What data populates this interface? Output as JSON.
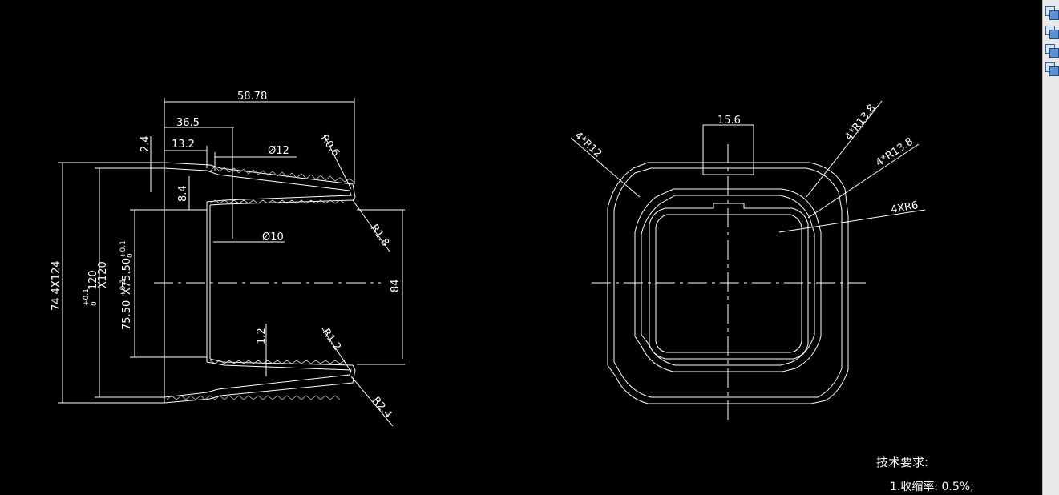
{
  "drawing": {
    "dimensions": {
      "overall_length": "58.78",
      "length_36": "36.5",
      "length_13": "13.2",
      "wall_2_4": "2.4",
      "dia_12": "Ø12",
      "radius_0_6": "R0.6",
      "depth_8_4": "8.4",
      "dia_10": "Ø10",
      "radius_1_8": "R1.8",
      "height_84": "84",
      "wall_1_2": "1.2",
      "radius_1_2": "R1.2",
      "radius_2_4": "R2.4",
      "outer_size": "74.4X124",
      "size_120_a": "120",
      "size_120_b": "X120",
      "tol_120_upper": "+0.1",
      "tol_120_lower": "0",
      "size_75_a": "75.50",
      "size_75_b": "X75.50",
      "tol_75_upper": "+0.1",
      "tol_75_lower": "0",
      "slot_width": "15.6",
      "corner_r12": "4*R12",
      "corner_r13_8_a": "4*R13.8",
      "corner_r13_8_b": "4*R13.8",
      "corner_r6": "4XR6"
    },
    "notes": {
      "title": "技术要求:",
      "item1": "1.收缩率: 0.5%;"
    }
  },
  "toolbar": {
    "buttons": [
      "copy-icon",
      "copy-icon",
      "copy-icon",
      "copy-icon"
    ]
  }
}
